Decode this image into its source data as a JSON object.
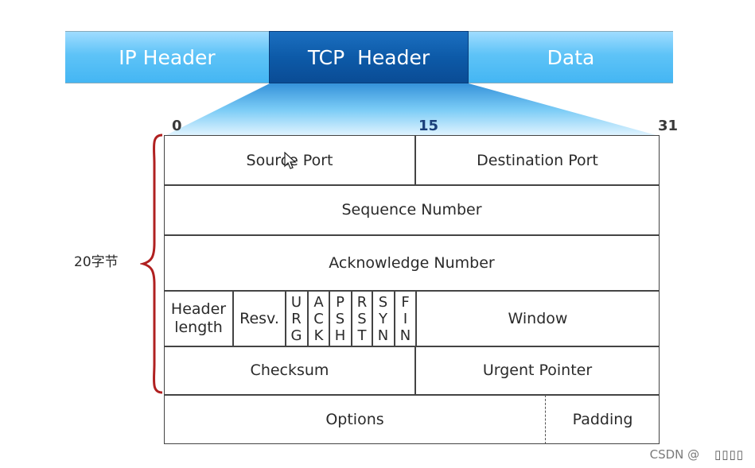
{
  "segments": {
    "ip_header": "IP Header",
    "tcp_header": "TCP  Header",
    "data": "Data"
  },
  "bits": {
    "start": "0",
    "middle": "15",
    "end": "31"
  },
  "fields": {
    "source_port": "Source Port",
    "destination_port": "Destination Port",
    "sequence_number": "Sequence Number",
    "acknowledge_number": "Acknowledge Number",
    "header_length_line1": "Header",
    "header_length_line2": "length",
    "reserved": "Resv.",
    "window": "Window",
    "checksum": "Checksum",
    "urgent_pointer": "Urgent Pointer",
    "options": "Options",
    "padding": "Padding"
  },
  "flags": [
    [
      "U",
      "R",
      "G"
    ],
    [
      "A",
      "C",
      "K"
    ],
    [
      "P",
      "S",
      "H"
    ],
    [
      "R",
      "S",
      "T"
    ],
    [
      "S",
      "Y",
      "N"
    ],
    [
      "F",
      "I",
      "N"
    ]
  ],
  "brace_label": "20字节",
  "watermark": "CSDN @",
  "colors": {
    "segment_light": "#5ec3f7",
    "segment_dark": "#0d5aa8",
    "brace": "#b02020",
    "funnel": "#6cc6f5"
  }
}
